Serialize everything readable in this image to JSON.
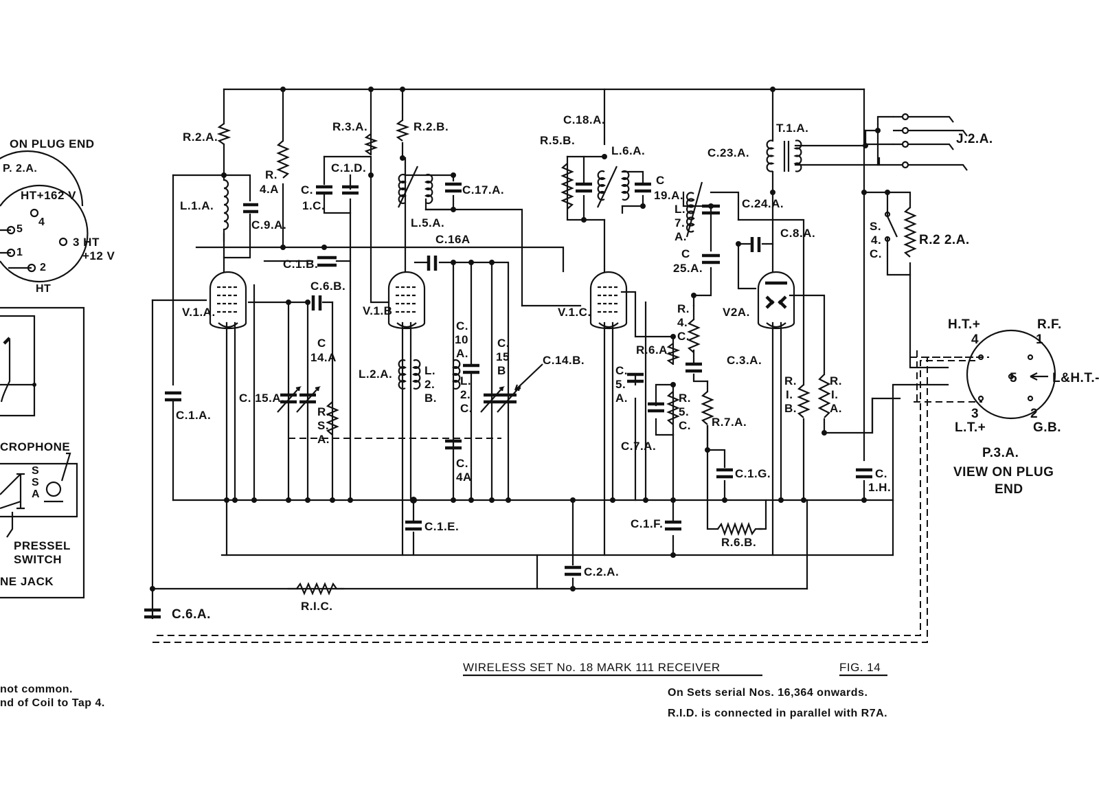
{
  "labels": {
    "r2a": "R.2.A.",
    "r4a_r": "R.",
    "r4a_n": "4.A",
    "l1a": "L.1.A.",
    "c9a": "C.9.A.",
    "r3a": "R.3.A.",
    "r2b": "R.2.B.",
    "c1d": "C.1.D.",
    "c1c_c": "C.",
    "c1c_n": "1.C.",
    "c17a": "C.17.A.",
    "l5a": "L.5.A.",
    "c16a": "C.16A",
    "c1b": "C.1.B.",
    "c6b": "C.6.B.",
    "v1a": "V.1.A.",
    "v1b": "V.1.B",
    "v1c": "V.1.C.",
    "v2a": "V2A.",
    "c18a": "C.18.A.",
    "r5b": "R.5.B.",
    "l6a": "L.6.A.",
    "c19a_c": "C",
    "c19a_n": "19.A.",
    "c23a": "C.23.A.",
    "t1a": "T.1.A.",
    "j2a": "J.2.A.",
    "c24a": "C.24.A.",
    "l7a_1": "L.",
    "l7a_2": "7.",
    "l7a_3": "A.",
    "c25a_c": "C",
    "c25a_n": "25.A.",
    "c8a": "C.8.A.",
    "s4c_1": "S.",
    "s4c_2": "4.",
    "s4c_3": "C.",
    "r22a": "R.2 2.A.",
    "c1a": "C.1.A.",
    "c15a": "C. 15.A.",
    "c14a_c": "C",
    "c14a_n": "14.A",
    "rsa_1": "R.",
    "rsa_2": "S.",
    "rsa_3": "A.",
    "l2a": "L.2.A.",
    "l2b_1": "L.",
    "l2b_2": "2.",
    "l2b_3": "B.",
    "c10a_1": "C.",
    "c10a_2": "10",
    "c10a_3": "A.",
    "l2c_1": "L.",
    "l2c_2": "2.",
    "l2c_3": "C.",
    "c15b_1": "C.",
    "c15b_2": "15",
    "c15b_3": "B",
    "c14b": "C.14.B.",
    "c4a_1": "C.",
    "c4a_2": "4A",
    "r4c_1": "R.",
    "r4c_2": "4.",
    "r4c_3": "C.",
    "r6a": "R.6.A.",
    "c5a_1": "C.",
    "c5a_2": "5.",
    "c5a_3": "A.",
    "r5c_1": "R.",
    "r5c_2": "5.",
    "r5c_3": "C.",
    "c7a": "C.7.A.",
    "r7a": "R.7.A.",
    "c3a": "C.3.A.",
    "r1b_1": "R.",
    "r1b_2": "I.",
    "r1b_3": "B.",
    "r1a_1": "R.",
    "r1a_2": "I.",
    "r1a_3": "A.",
    "c1g": "C.1.G.",
    "c1h_1": "C.",
    "c1h_2": "1.H.",
    "c1e": "C.1.E.",
    "c1f": "C.1.F.",
    "r6b": "R.6.B.",
    "c2a": "C.2.A.",
    "r1c": "R.I.C.",
    "c6a": "C.6.A."
  },
  "plug_p3a": {
    "ht_plus": "H.T.+",
    "pin4": "4",
    "rf": "R.F.",
    "pin1": "1",
    "pin5": "5",
    "lht": "L&H.T.-",
    "pin3": "3",
    "lt_plus": "L.T.+",
    "pin2": "2",
    "gb": "G.B.",
    "name": "P.3.A.",
    "view1": "VIEW ON PLUG",
    "view2": "END"
  },
  "left_panel": {
    "on_plug_end": "ON PLUG END",
    "p2a": "P. 2.A.",
    "ht162": "HT+162 V",
    "pin4": "4",
    "pin5": "5",
    "pin1": "1",
    "pin2": "2",
    "pin3ht": "3 HT",
    "plus12": "+12 V",
    "ht": "HT",
    "microphone": "CROPHONE",
    "ssa_1": "S",
    "ssa_2": "S",
    "ssa_3": "A",
    "pressel1": "PRESSEL",
    "pressel2": "SWITCH",
    "jack": "NE JACK",
    "note1": "not common.",
    "note2": "nd of Coil to Tap 4."
  },
  "footer": {
    "title": "WIRELESS SET No. 18 MARK 111 RECEIVER",
    "fig": "FIG. 14",
    "note1": "On Sets serial Nos. 16,364 onwards.",
    "note2": "R.I.D. is connected in parallel with R7A."
  }
}
